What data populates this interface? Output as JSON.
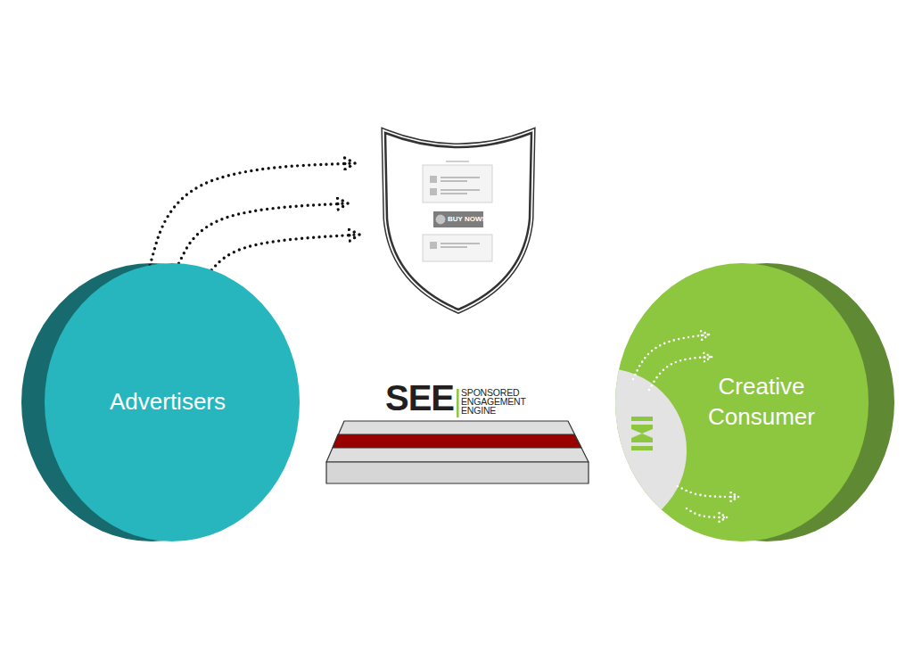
{
  "diagram": {
    "nodes": [
      {
        "text": [
          "Advertisers"
        ]
      },
      {
        "text": [
          "BUY NOW!"
        ]
      },
      {
        "text": [
          "Creative Consumer"
        ]
      }
    ],
    "edges": [
      {
        "from": 0,
        "to": 1,
        "arrow": "to"
      },
      {
        "from": 0,
        "to": 1,
        "arrow": "to"
      },
      {
        "from": 0,
        "to": 1,
        "arrow": "to"
      }
    ],
    "labels": [
      "SEE",
      "SPONSORED ENGAGEMENT ENGINE"
    ]
  }
}
